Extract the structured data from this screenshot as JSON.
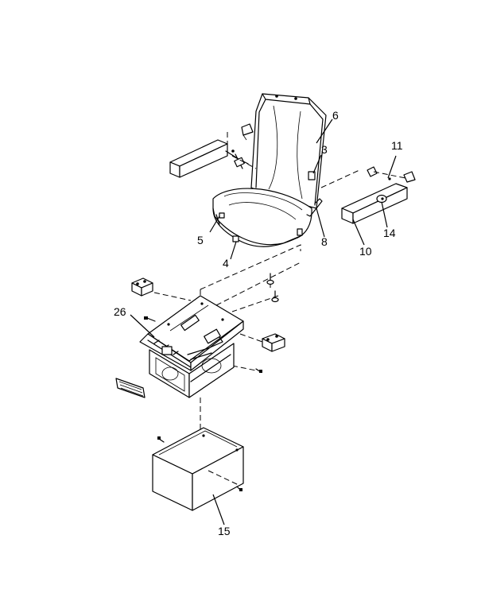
{
  "callouts": [
    {
      "id": "6",
      "label": "6"
    },
    {
      "id": "3",
      "label": "3"
    },
    {
      "id": "11",
      "label": "11"
    },
    {
      "id": "5",
      "label": "5"
    },
    {
      "id": "4",
      "label": "4"
    },
    {
      "id": "8",
      "label": "8"
    },
    {
      "id": "14",
      "label": "14"
    },
    {
      "id": "10",
      "label": "10"
    },
    {
      "id": "26",
      "label": "26"
    },
    {
      "id": "15",
      "label": "15"
    }
  ]
}
